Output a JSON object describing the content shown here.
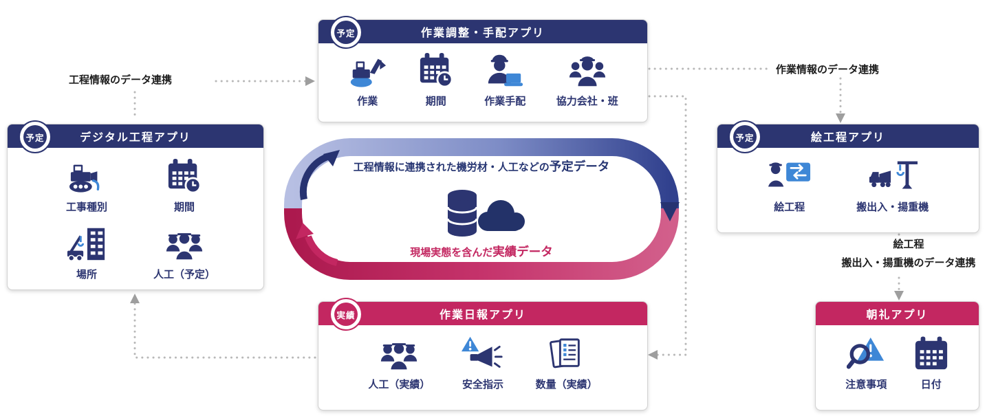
{
  "colors": {
    "navy": "#2c3571",
    "crimson": "#c32761",
    "accent_blue": "#3e87d6",
    "loop_blue_light": "#b7bfe3",
    "loop_blue_dark": "#31418e",
    "dotted_gray": "#b8b8b8"
  },
  "connectors": {
    "top_left_label": "工程情報のデータ連携",
    "top_right_label": "作業情報のデータ連携",
    "right_label_line1": "絵工程",
    "right_label_line2": "搬出入・揚重機のデータ連携"
  },
  "loop": {
    "top_text": "工程情報に連携された機労材・人工などの",
    "top_text_bold": "予定データ",
    "bottom_text": "現場実態を含んだ",
    "bottom_text_bold": "実績データ",
    "center_icon": "database-cloud-icon"
  },
  "cards": {
    "work_adjust": {
      "badge": "予定",
      "title": "作業調整・手配アプリ",
      "items": [
        {
          "label": "作業",
          "icon": "excavator-icon"
        },
        {
          "label": "期間",
          "icon": "calendar-clock-icon"
        },
        {
          "label": "作業手配",
          "icon": "worker-laptop-icon"
        },
        {
          "label": "協力会社・班",
          "icon": "partner-group-icon"
        }
      ]
    },
    "digital_process": {
      "badge": "予定",
      "title": "デジタル工程アプリ",
      "items": [
        {
          "label": "工事種別",
          "icon": "bulldozer-icon"
        },
        {
          "label": "期間",
          "icon": "calendar-clock-icon"
        },
        {
          "label": "場所",
          "icon": "site-building-icon"
        },
        {
          "label": "人工（予定）",
          "icon": "workers-planned-icon"
        }
      ]
    },
    "picture_process": {
      "badge": "予定",
      "title": "絵工程アプリ",
      "items": [
        {
          "label": "絵工程",
          "icon": "process-board-icon"
        },
        {
          "label": "搬出入・揚重機",
          "icon": "truck-crane-icon"
        }
      ]
    },
    "daily_report": {
      "badge": "実績",
      "title": "作業日報アプリ",
      "items": [
        {
          "label": "人工（実績）",
          "icon": "workers-actual-icon"
        },
        {
          "label": "安全指示",
          "icon": "safety-megaphone-icon"
        },
        {
          "label": "数量（実績）",
          "icon": "quantity-documents-icon"
        }
      ]
    },
    "morning_meeting": {
      "title": "朝礼アプリ",
      "items": [
        {
          "label": "注意事項",
          "icon": "caution-magnifier-icon"
        },
        {
          "label": "日付",
          "icon": "date-calendar-icon"
        }
      ]
    }
  }
}
